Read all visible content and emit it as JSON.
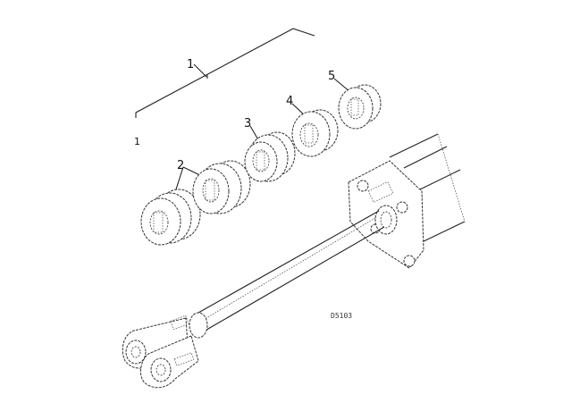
{
  "callouts": {
    "c1": "1",
    "c2": "2",
    "c3": "3",
    "c4": "4",
    "c5": "5",
    "c_small": "1"
  },
  "figure_code": "D5103"
}
